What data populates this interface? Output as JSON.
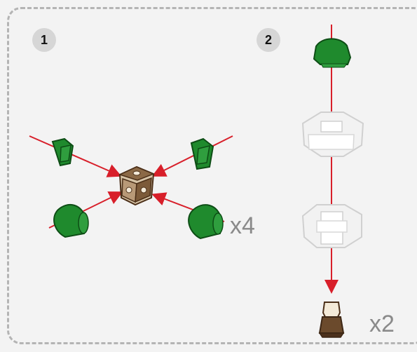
{
  "steps": [
    {
      "number": "1"
    },
    {
      "number": "2"
    }
  ],
  "multipliers": {
    "step1": "x4",
    "step2": "x2"
  },
  "colors": {
    "background": "#f3f3f3",
    "border": "#b4b4b4",
    "part_green": "#1f8a2d",
    "arrow_red": "#d81f2a",
    "hub_brown": "#6b4a2c",
    "ghost": "#e8e8e8"
  },
  "icons": {
    "step1_parts": "green-half-round-brick-icon",
    "hub": "brown-hub-brick-icon",
    "step2_bottom": "brown-tapered-cone-icon"
  }
}
